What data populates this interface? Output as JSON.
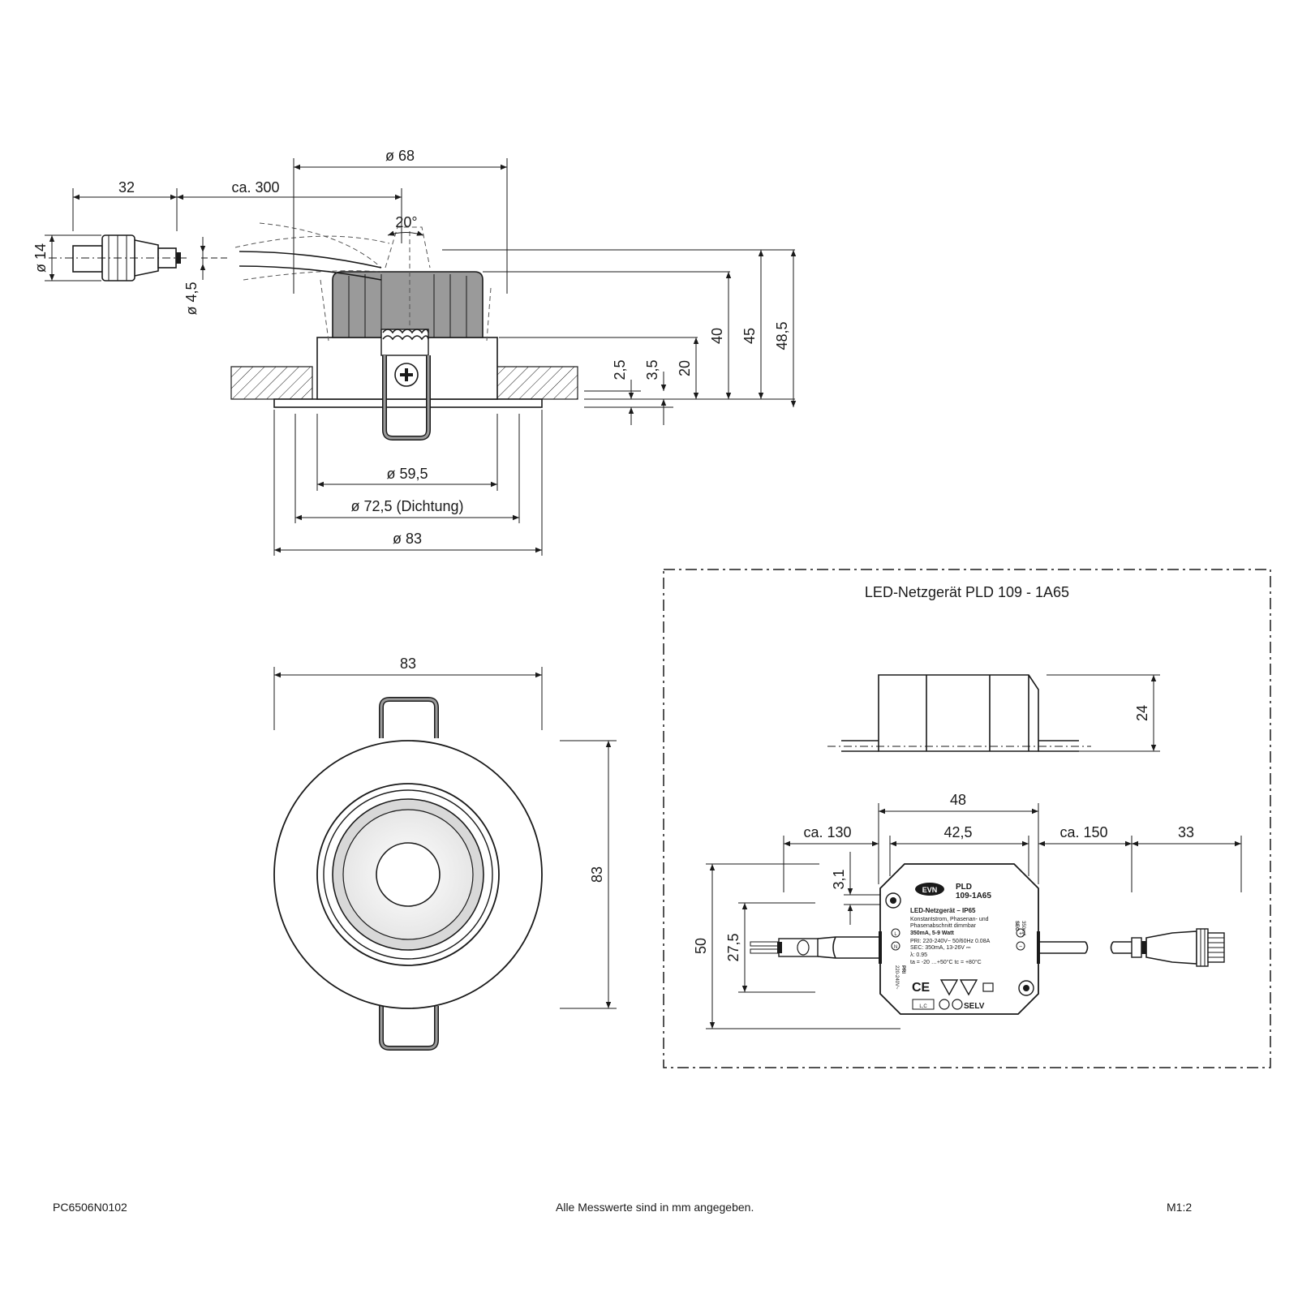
{
  "dimensions": {
    "d68": "ø 68",
    "d32": "32",
    "ca300": "ca. 300",
    "angle20": "20°",
    "d14": "ø 14",
    "d45small": "ø 4,5",
    "h40": "40",
    "h45": "45",
    "h485": "48,5",
    "h20": "20",
    "h25": "2,5",
    "h35": "3,5",
    "d595": "ø 59,5",
    "d725": "ø 72,5 (Dichtung)",
    "d83": "ø 83",
    "top83w": "83",
    "top83h": "83",
    "psu24": "24",
    "psu48": "48",
    "psu425": "42,5",
    "ca130": "ca. 130",
    "ca150": "ca. 150",
    "d33": "33",
    "h31": "3,1",
    "h50": "50",
    "h275": "27,5"
  },
  "psu_box": {
    "title": "LED-Netzgerät PLD 109 - 1A65"
  },
  "psu_label": {
    "brand": "EVN",
    "model_line1": "PLD",
    "model_line2": "109-1A65",
    "heading": "LED-Netzgerät  –  IP65",
    "line1": "Konstantstrom, Phasenan- und",
    "line2": "Phasenabschnitt dimmbar",
    "line3": "350mA, 5-9 Watt",
    "line4": "PRI: 220-240V~  50/60Hz 0.08A",
    "line5": "SEC: 350mA, 13-26V ⎓",
    "line6": "λ: 0.95",
    "line7": "ta = -20 …+50°C  tc = +80°C",
    "pri": "PRI",
    "pri_v": "220-240V~",
    "sec": "SEC",
    "sec_v": "350mA",
    "term_l": "L",
    "term_n": "N",
    "term_plus": "+",
    "term_minus": "−",
    "ce": "CE",
    "selv": "SELV",
    "lc": "L,C"
  },
  "footer": {
    "code": "PC6506N0102",
    "note": "Alle Messwerte sind in mm angegeben.",
    "scale": "M1:2"
  },
  "colors": {
    "line": "#1a1a1a",
    "body_gray": "#9a9a9a",
    "ring_gray": "#d8d8d8"
  }
}
